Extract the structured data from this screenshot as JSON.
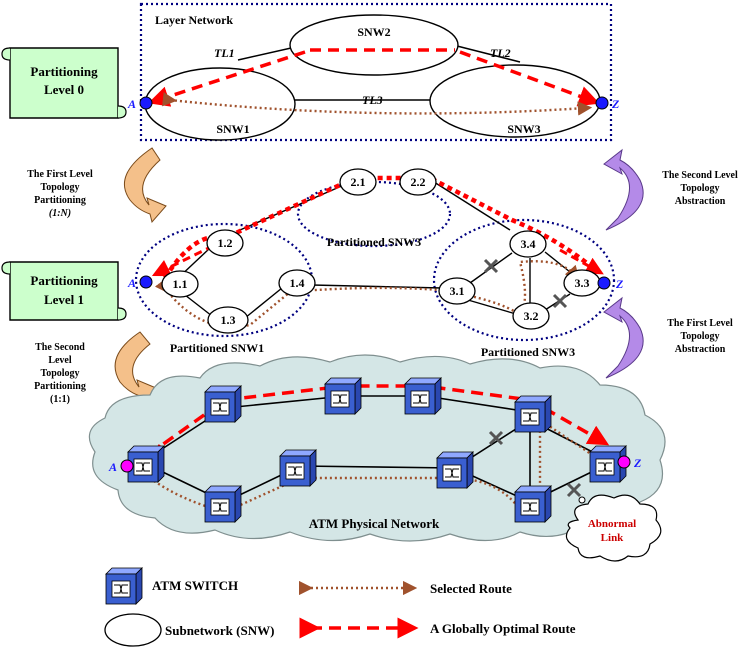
{
  "layer0": {
    "box_title": "Layer Network",
    "scroll_label": [
      "Partitioning",
      "Level 0"
    ],
    "snw": [
      "SNW1",
      "SNW2",
      "SNW3"
    ],
    "links": [
      "TL1",
      "TL2",
      "TL3"
    ],
    "endpoint_a": "A",
    "endpoint_z": "Z"
  },
  "layer1": {
    "scroll_label": [
      "Partitioning",
      "Level 1"
    ],
    "nodes": [
      "1.1",
      "1.2",
      "1.3",
      "1.4",
      "2.1",
      "2.2",
      "3.1",
      "3.2",
      "3.3",
      "3.4"
    ],
    "group_labels": [
      "Partitioned SNW1",
      "Partitioned SNW3",
      "Partitioned SNW3"
    ],
    "endpoint_a": "A",
    "endpoint_z": "Z"
  },
  "physical": {
    "network_label": "ATM Physical Network",
    "endpoint_a": "A",
    "endpoint_z": "Z",
    "abnormal_label": [
      "Abnormal",
      "Link"
    ]
  },
  "annotations": {
    "first_partitioning": [
      "The First Level",
      "Topology",
      "Partitioning",
      "(1:N)"
    ],
    "second_partitioning": [
      "The Second",
      "Level",
      "Topology",
      "Partitioning",
      "(1:1)"
    ],
    "second_abstraction": [
      "The Second Level",
      "Topology",
      "Abstraction"
    ],
    "first_abstraction": [
      "The First Level",
      "Topology",
      "Abstraction"
    ]
  },
  "legend": {
    "atm_switch": "ATM SWITCH",
    "subnetwork": "Subnetwork (SNW)",
    "selected_route": "Selected Route",
    "optimal_route": "A Globally Optimal Route"
  },
  "colors": {
    "optimal_route": "#ff0000",
    "selected_route": "#a0522d",
    "dotted_box": "#000080",
    "switch_blue": "#3a5fd0",
    "endpoint_blue": "#1a1aff",
    "endpoint_magenta": "#ff00ff",
    "scroll_green": "#ccffcc",
    "arrow_orange": "#f4c08a",
    "arrow_purple": "#b48ae8",
    "cloud": "#d4e6e6"
  }
}
